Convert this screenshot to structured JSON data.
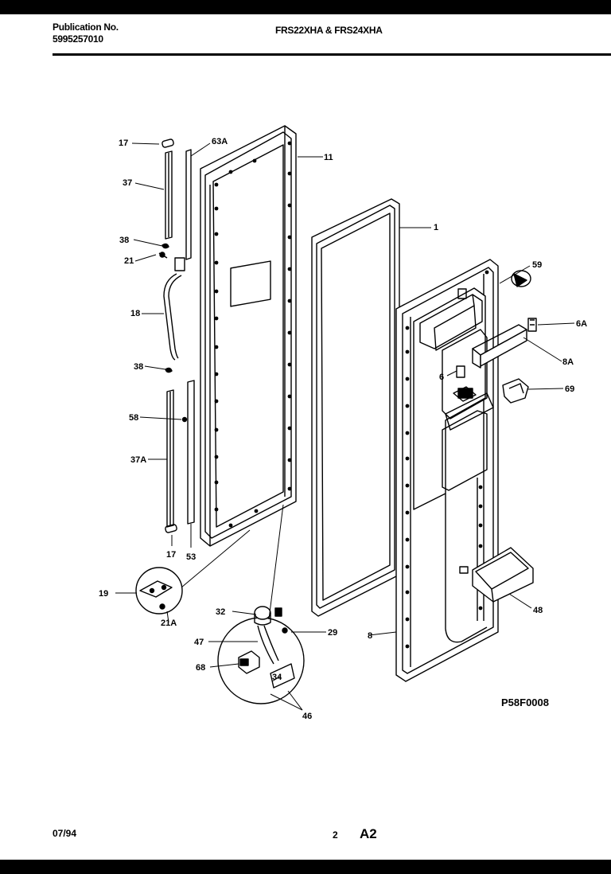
{
  "header": {
    "publication_label": "Publication No.",
    "publication_number": "5995257010",
    "models": "FRS22XHA & FRS24XHA"
  },
  "footer": {
    "date": "07/94",
    "page": "2",
    "section": "A2"
  },
  "diagram": {
    "drawing_code": "P58F0008",
    "callouts": {
      "c17_top": "17",
      "c63A": "63A",
      "c11": "11",
      "c37": "37",
      "c1": "1",
      "c38_top": "38",
      "c21": "21",
      "c59": "59",
      "c18": "18",
      "c6A": "6A",
      "c8A": "8A",
      "c6": "6",
      "c38_mid": "38",
      "c69": "69",
      "c58": "58",
      "c37A": "37A",
      "c17_bot": "17",
      "c53": "53",
      "c19": "19",
      "c21A": "21A",
      "c48": "48",
      "c32": "32",
      "c29": "29",
      "c47": "47",
      "c8": "8",
      "c68": "68",
      "c34": "34",
      "c46": "46"
    }
  }
}
